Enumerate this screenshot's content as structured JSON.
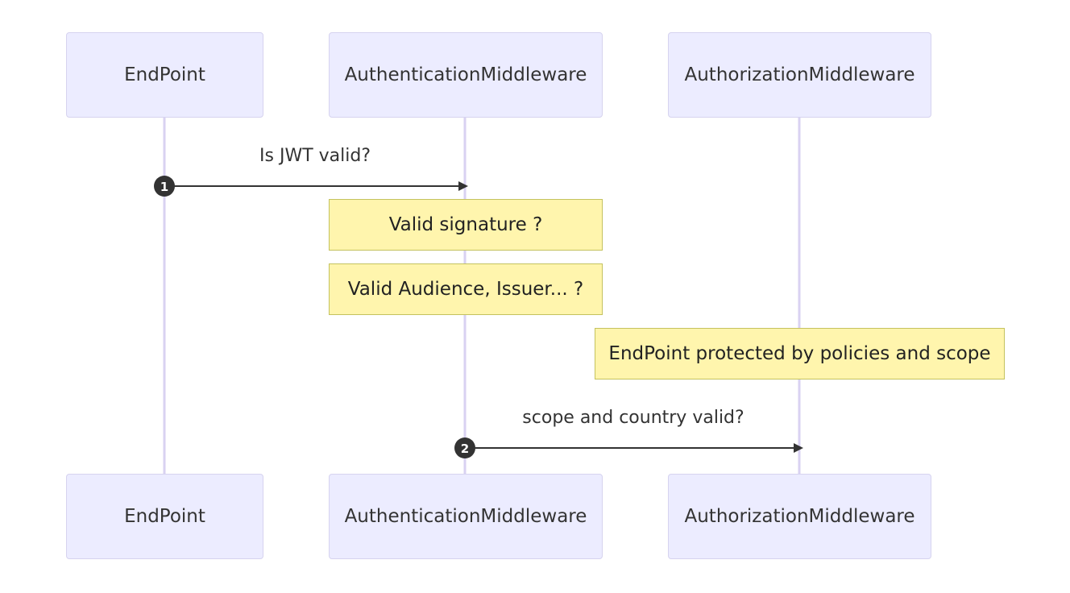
{
  "participants": [
    {
      "id": "endpoint",
      "label": "EndPoint"
    },
    {
      "id": "authn",
      "label": "AuthenticationMiddleware"
    },
    {
      "id": "authz",
      "label": "AuthorizationMiddleware"
    }
  ],
  "messages": [
    {
      "number": "1",
      "text": "Is JWT valid?",
      "from": "endpoint",
      "to": "authn"
    },
    {
      "number": "2",
      "text": "scope and country valid?",
      "from": "authn",
      "to": "authz"
    }
  ],
  "notes": [
    {
      "text": "Valid signature ?",
      "over": "authn"
    },
    {
      "text": "Valid Audience, Issuer... ?",
      "over": "authn"
    },
    {
      "text": "EndPoint protected by policies and scope",
      "over": "authz"
    }
  ],
  "colors": {
    "actor_fill": "#ececff",
    "actor_border": "#d6d3ef",
    "lifeline": "#d9d2f2",
    "note_fill": "#fff5ad",
    "note_border": "#c4c25e",
    "arrow": "#333333"
  }
}
